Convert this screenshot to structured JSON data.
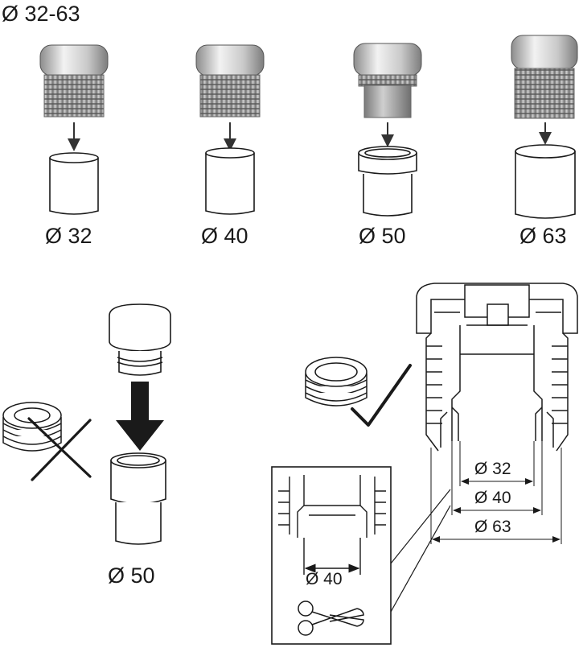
{
  "top": {
    "range_label": "Ø 32-63",
    "items": [
      {
        "label": "Ø 32",
        "adapter": "threaded",
        "pipe": "plain"
      },
      {
        "label": "Ø 40",
        "adapter": "threaded",
        "pipe": "plain"
      },
      {
        "label": "Ø 50",
        "adapter": "partly-threaded",
        "pipe": "socket"
      },
      {
        "label": "Ø 63",
        "adapter": "threaded",
        "pipe": "plain-wide"
      }
    ]
  },
  "left": {
    "label": "Ø 50",
    "seal_marker": "cross"
  },
  "right": {
    "seal_marker": "check",
    "dims": [
      "Ø 32",
      "Ø 40",
      "Ø 63"
    ],
    "inset_label": "Ø 40",
    "inset_icon": "scissors-icon"
  },
  "colors": {
    "line": "#1a1a1a",
    "cap": "#d8d8d8",
    "thread": "#9a9a9a"
  }
}
